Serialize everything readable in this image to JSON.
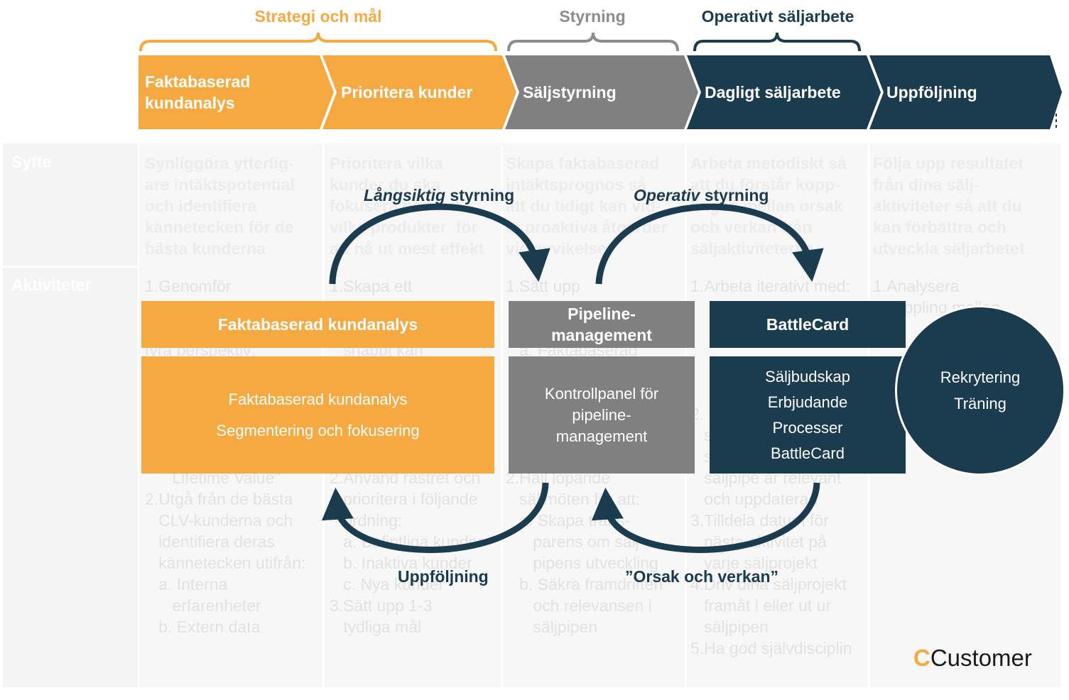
{
  "groups": [
    {
      "label": "Strategi och mål",
      "color": "#f7a941"
    },
    {
      "label": "Styrning",
      "color": "#8c8c8c"
    },
    {
      "label": "Operativt säljarbete",
      "color": "#1b3c4f"
    }
  ],
  "chevrons": [
    {
      "line1": "Faktabaserad",
      "line2": "kundanalys",
      "color": "#f7a941"
    },
    {
      "line1": "Prioritera kunder",
      "line2": "",
      "color": "#f7a941"
    },
    {
      "line1": "Säljstyrning",
      "line2": "",
      "color": "#808080"
    },
    {
      "line1": "Dagligt säljarbete",
      "line2": "",
      "color": "#1b3c4f"
    },
    {
      "line1": "Uppföljning",
      "line2": "",
      "color": "#1b3c4f"
    }
  ],
  "background_table": {
    "row_labels": {
      "syfte": "Syfte",
      "aktiviteter": "Aktiviteter"
    },
    "syfte": [
      "Synliggöra ytterlig-\nare intäktspotential\noch identifiera\nkännetecken för de\nbästa kunderna",
      "Prioritera vilka\nkunder du ska\nfokusera på med\nvilka produkter  för\natt nå ut mest effekt",
      "Skapa faktabaserad\nintäktsprognos så\natt du tidigt kan vid-\nta proaktiva åtgärder\nvid avvikelser",
      "Arbeta metodiskt så\natt du förstår kopp-\nlingen mellan orsak\noch verkan från\nsäljaktiviteterna",
      "Följa upp resultatet\nfrån dina sälj-\naktiviteter så att du\nkan förbättra och\nutveckla säljarbetet"
    ],
    "aktiviteter": [
      "1.Genomför\n \n \nfyra perspektiv:\n \n \n \n \n   d. CLV \"Customer\n      Lifetime Value\"\n2.Utgå från de bästa\n   CLV-kunderna och\n   identifiera deras\n   kännetecken utifrån:\n   a. Interna\n      erfarenheter\n   b. Extern data",
      "1.Skapa ett\n \n \n   snabbt kan\n \n \n \n \n   c. Effektivitet\n2.Använd rastret och\n   prioritera i följande\n   ordning:\n   a. Befintliga kunder\n   b. Inaktiva kunder\n   c. Nya kunder\n3.Sätt upp 1-3\n   tydliga mål",
      "1.Sätt upp\n \n \n   a. Faktabaserad\n \n \n \n \n   d. Kvalitet\n2.Håll löpande\n   säljmöten för att:\n   a. Skapa trans-\n      parens om sälj-\n      pipens utveckling\n   b. Säkra framdriften\n      och relevansen i\n      säljpipen",
      "1.Arbeta iterativt med:\n \n \n \n \n \n2.\n   s\n   s\n   säljpipe är relevant\n   och uppdaterad\n3.Tilldela datum för\n   nästa aktivitet på\n   varje säljprojekt\n4.Driv dina säljprojekt\n   framåt i eller ut ur\n   säljpipen\n5.Ha god självdisciplin",
      "1.Analysera\n   koppling mellan"
    ]
  },
  "boxes": {
    "orange_title": "Faktabaserad kundanalys",
    "orange_body": [
      "Faktabaserad kundanalys",
      "Segmentering och fokusering"
    ],
    "gray_title_1": "Pipeline-",
    "gray_title_2": "management",
    "gray_body": [
      "Kontrollpanel för",
      "pipeline-",
      "management"
    ],
    "dark_title": "BattleCard",
    "dark_body": [
      "Säljbudskap",
      "Erbjudande",
      "Processer",
      "BattleCard"
    ],
    "circle_body": [
      "Rekrytering",
      "Träning"
    ]
  },
  "cycles": {
    "long_term_italic": "Långsiktig",
    "long_term_rest": " styrning",
    "operative_italic": "Operativ",
    "operative_rest": " styrning",
    "followup": "Uppföljning",
    "cause_effect": "”Orsak och verkan”"
  },
  "logo": {
    "c": "C",
    "rest": "Customer"
  },
  "colors": {
    "orange": "#f7a941",
    "gray": "#808080",
    "dark": "#1b3c4f"
  }
}
